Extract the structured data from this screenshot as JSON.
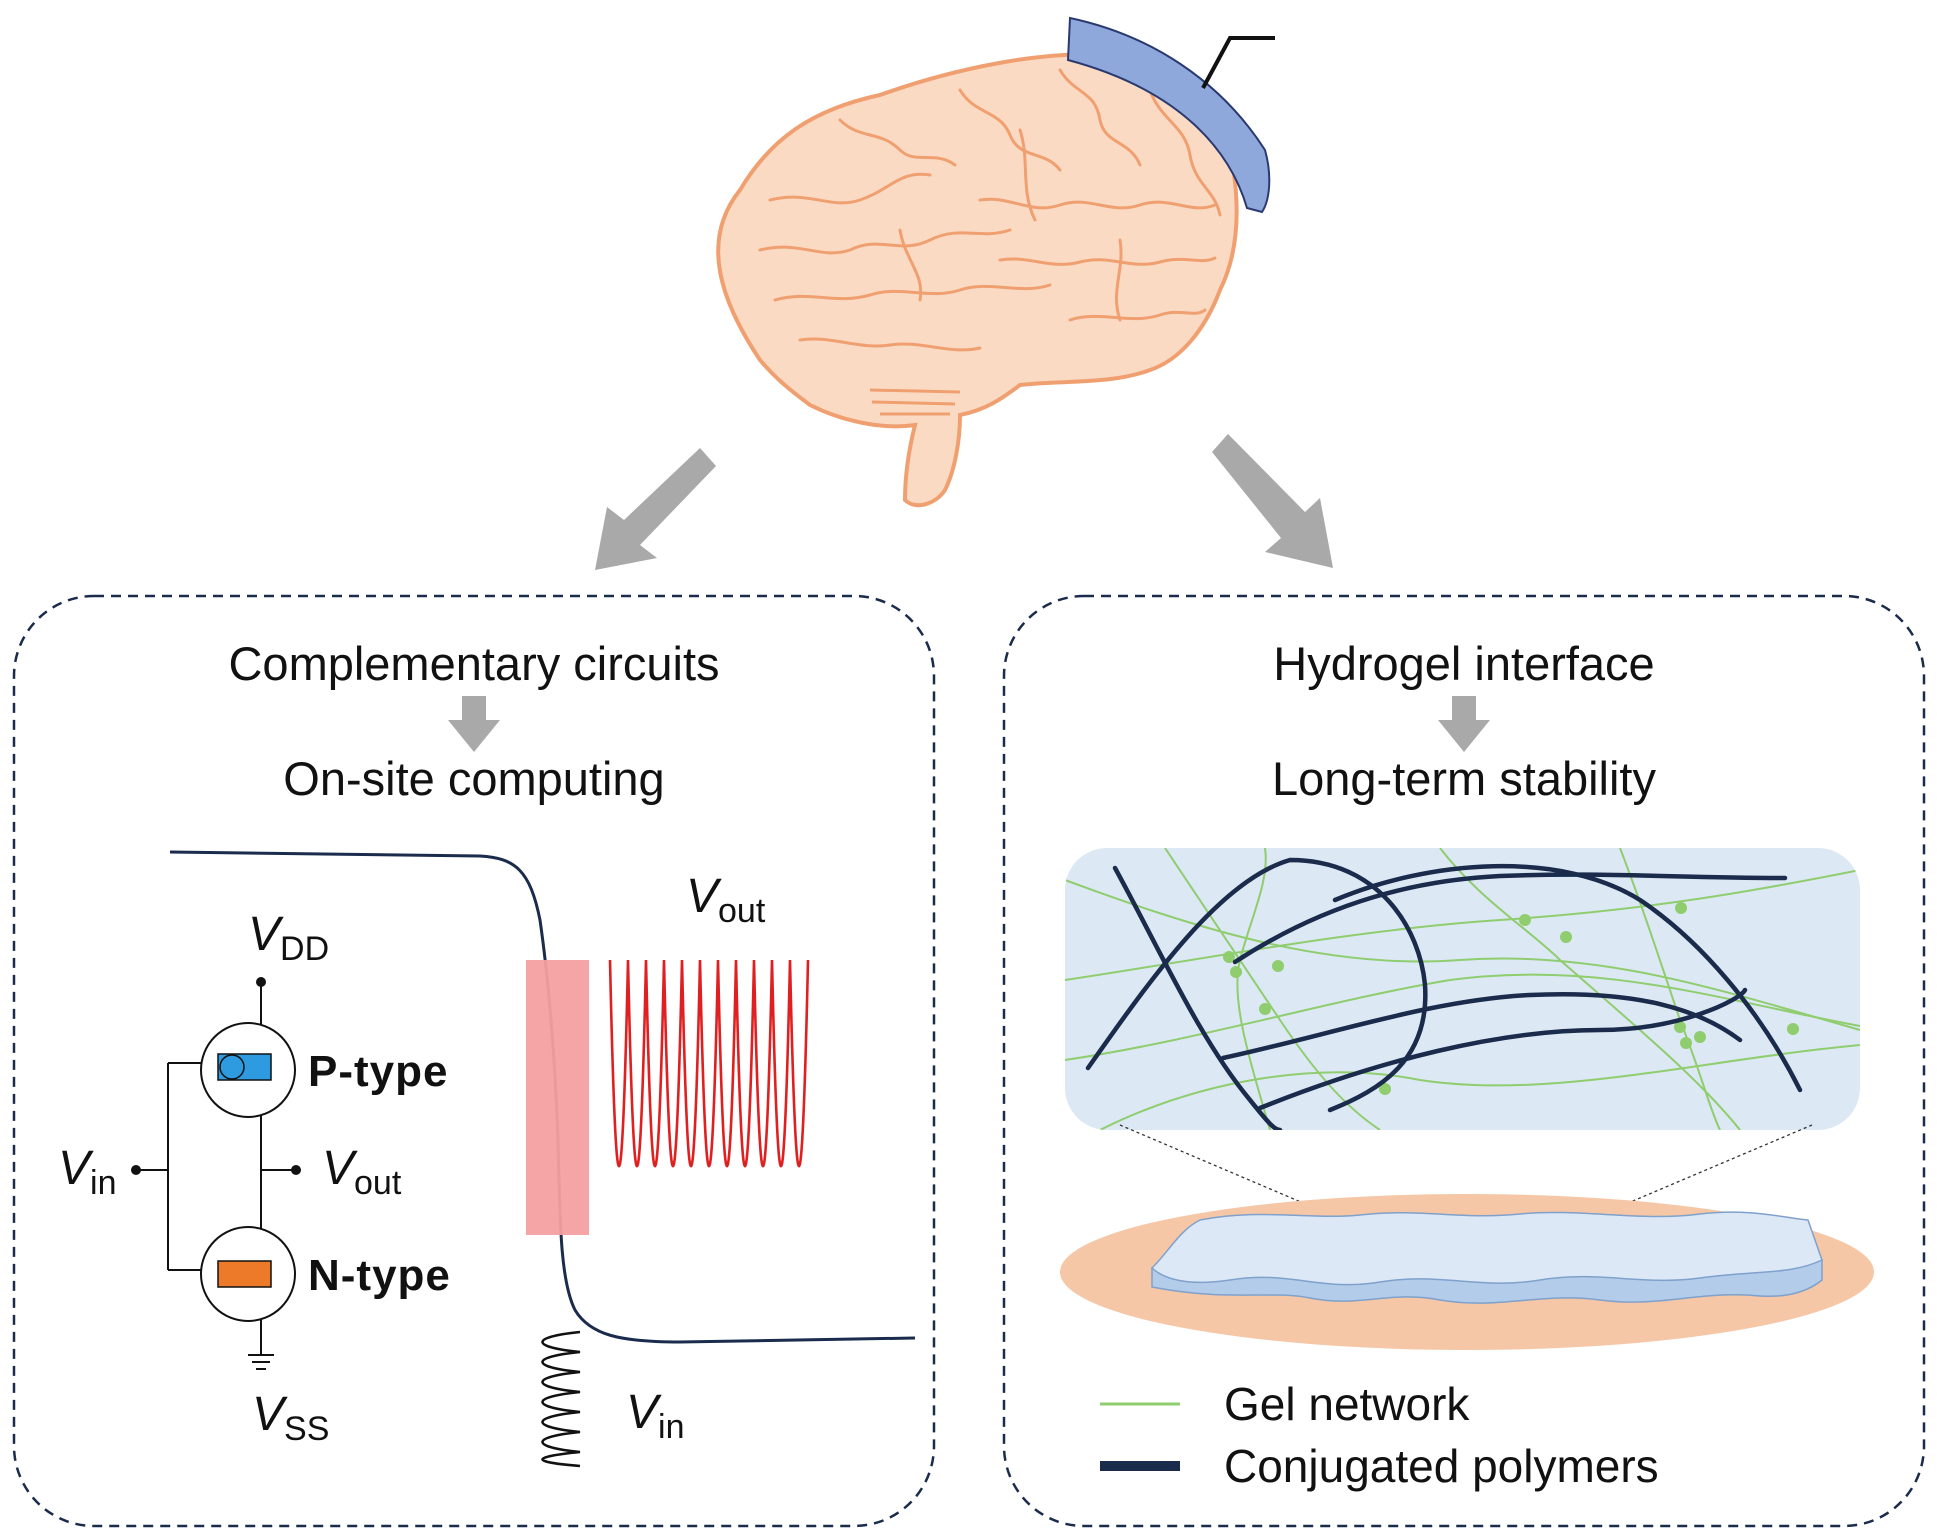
{
  "left_panel": {
    "title": "Complementary circuits",
    "subtitle": "On-site computing",
    "transistors": {
      "p_label": "P-type",
      "n_label": "N-type",
      "p_color": "#2e9be0",
      "n_color": "#ec7a28"
    },
    "voltages": {
      "vdd_symbol": "V",
      "vdd_sub": "DD",
      "vss_symbol": "V",
      "vss_sub": "SS",
      "vin_symbol": "V",
      "vin_sub": "in",
      "vout_symbol": "V",
      "vout_sub": "out",
      "plot_vout_symbol": "V",
      "plot_vout_sub": "out",
      "plot_vin_symbol": "V",
      "plot_vin_sub": "in"
    },
    "transfer_curve_color": "#1a2b4c",
    "output_wave_color": "#e02020",
    "input_band_color": "#f4a0a0"
  },
  "right_panel": {
    "title": "Hydrogel interface",
    "subtitle": "Long-term stability",
    "legend": [
      {
        "label": "Gel network",
        "color": "#8fcd6e"
      },
      {
        "label": "Conjugated polymers",
        "color": "#1a2b4c"
      }
    ],
    "inset_background": "#dce8f4",
    "substrate_color": "#f5c7a6"
  },
  "brain": {
    "fill": "#fbdac4",
    "stroke": "#f0a070",
    "electrode_color": "#8fa8dc"
  },
  "arrow_color": "#a9a9a9",
  "border_color": "#1a2b4c"
}
